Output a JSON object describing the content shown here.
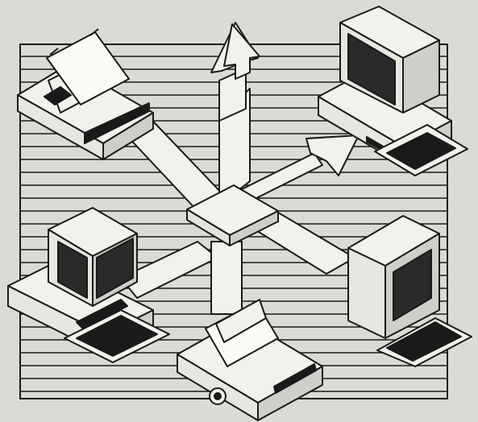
{
  "illustration": {
    "style": "black-and-white line art",
    "colors": {
      "paper": "#dcdad4",
      "ink": "#1a1a1a",
      "screen": "#2a2a2a",
      "device": "#f2f1ec"
    },
    "hub": {
      "icon": "network-hub-icon"
    },
    "devices": [
      {
        "name": "printer-top-left",
        "icon": "printer-icon"
      },
      {
        "name": "computer-top-right",
        "icon": "desktop-computer-icon"
      },
      {
        "name": "computer-left",
        "icon": "desktop-computer-icon"
      },
      {
        "name": "computer-right",
        "icon": "compact-computer-icon"
      },
      {
        "name": "printer-bottom",
        "icon": "printer-icon"
      }
    ],
    "links": [
      "hub-to-printer-top-left",
      "hub-to-computer-top-right",
      "hub-to-computer-left",
      "hub-to-computer-right",
      "hub-to-printer-bottom",
      "hub-to-top-arrow"
    ]
  }
}
